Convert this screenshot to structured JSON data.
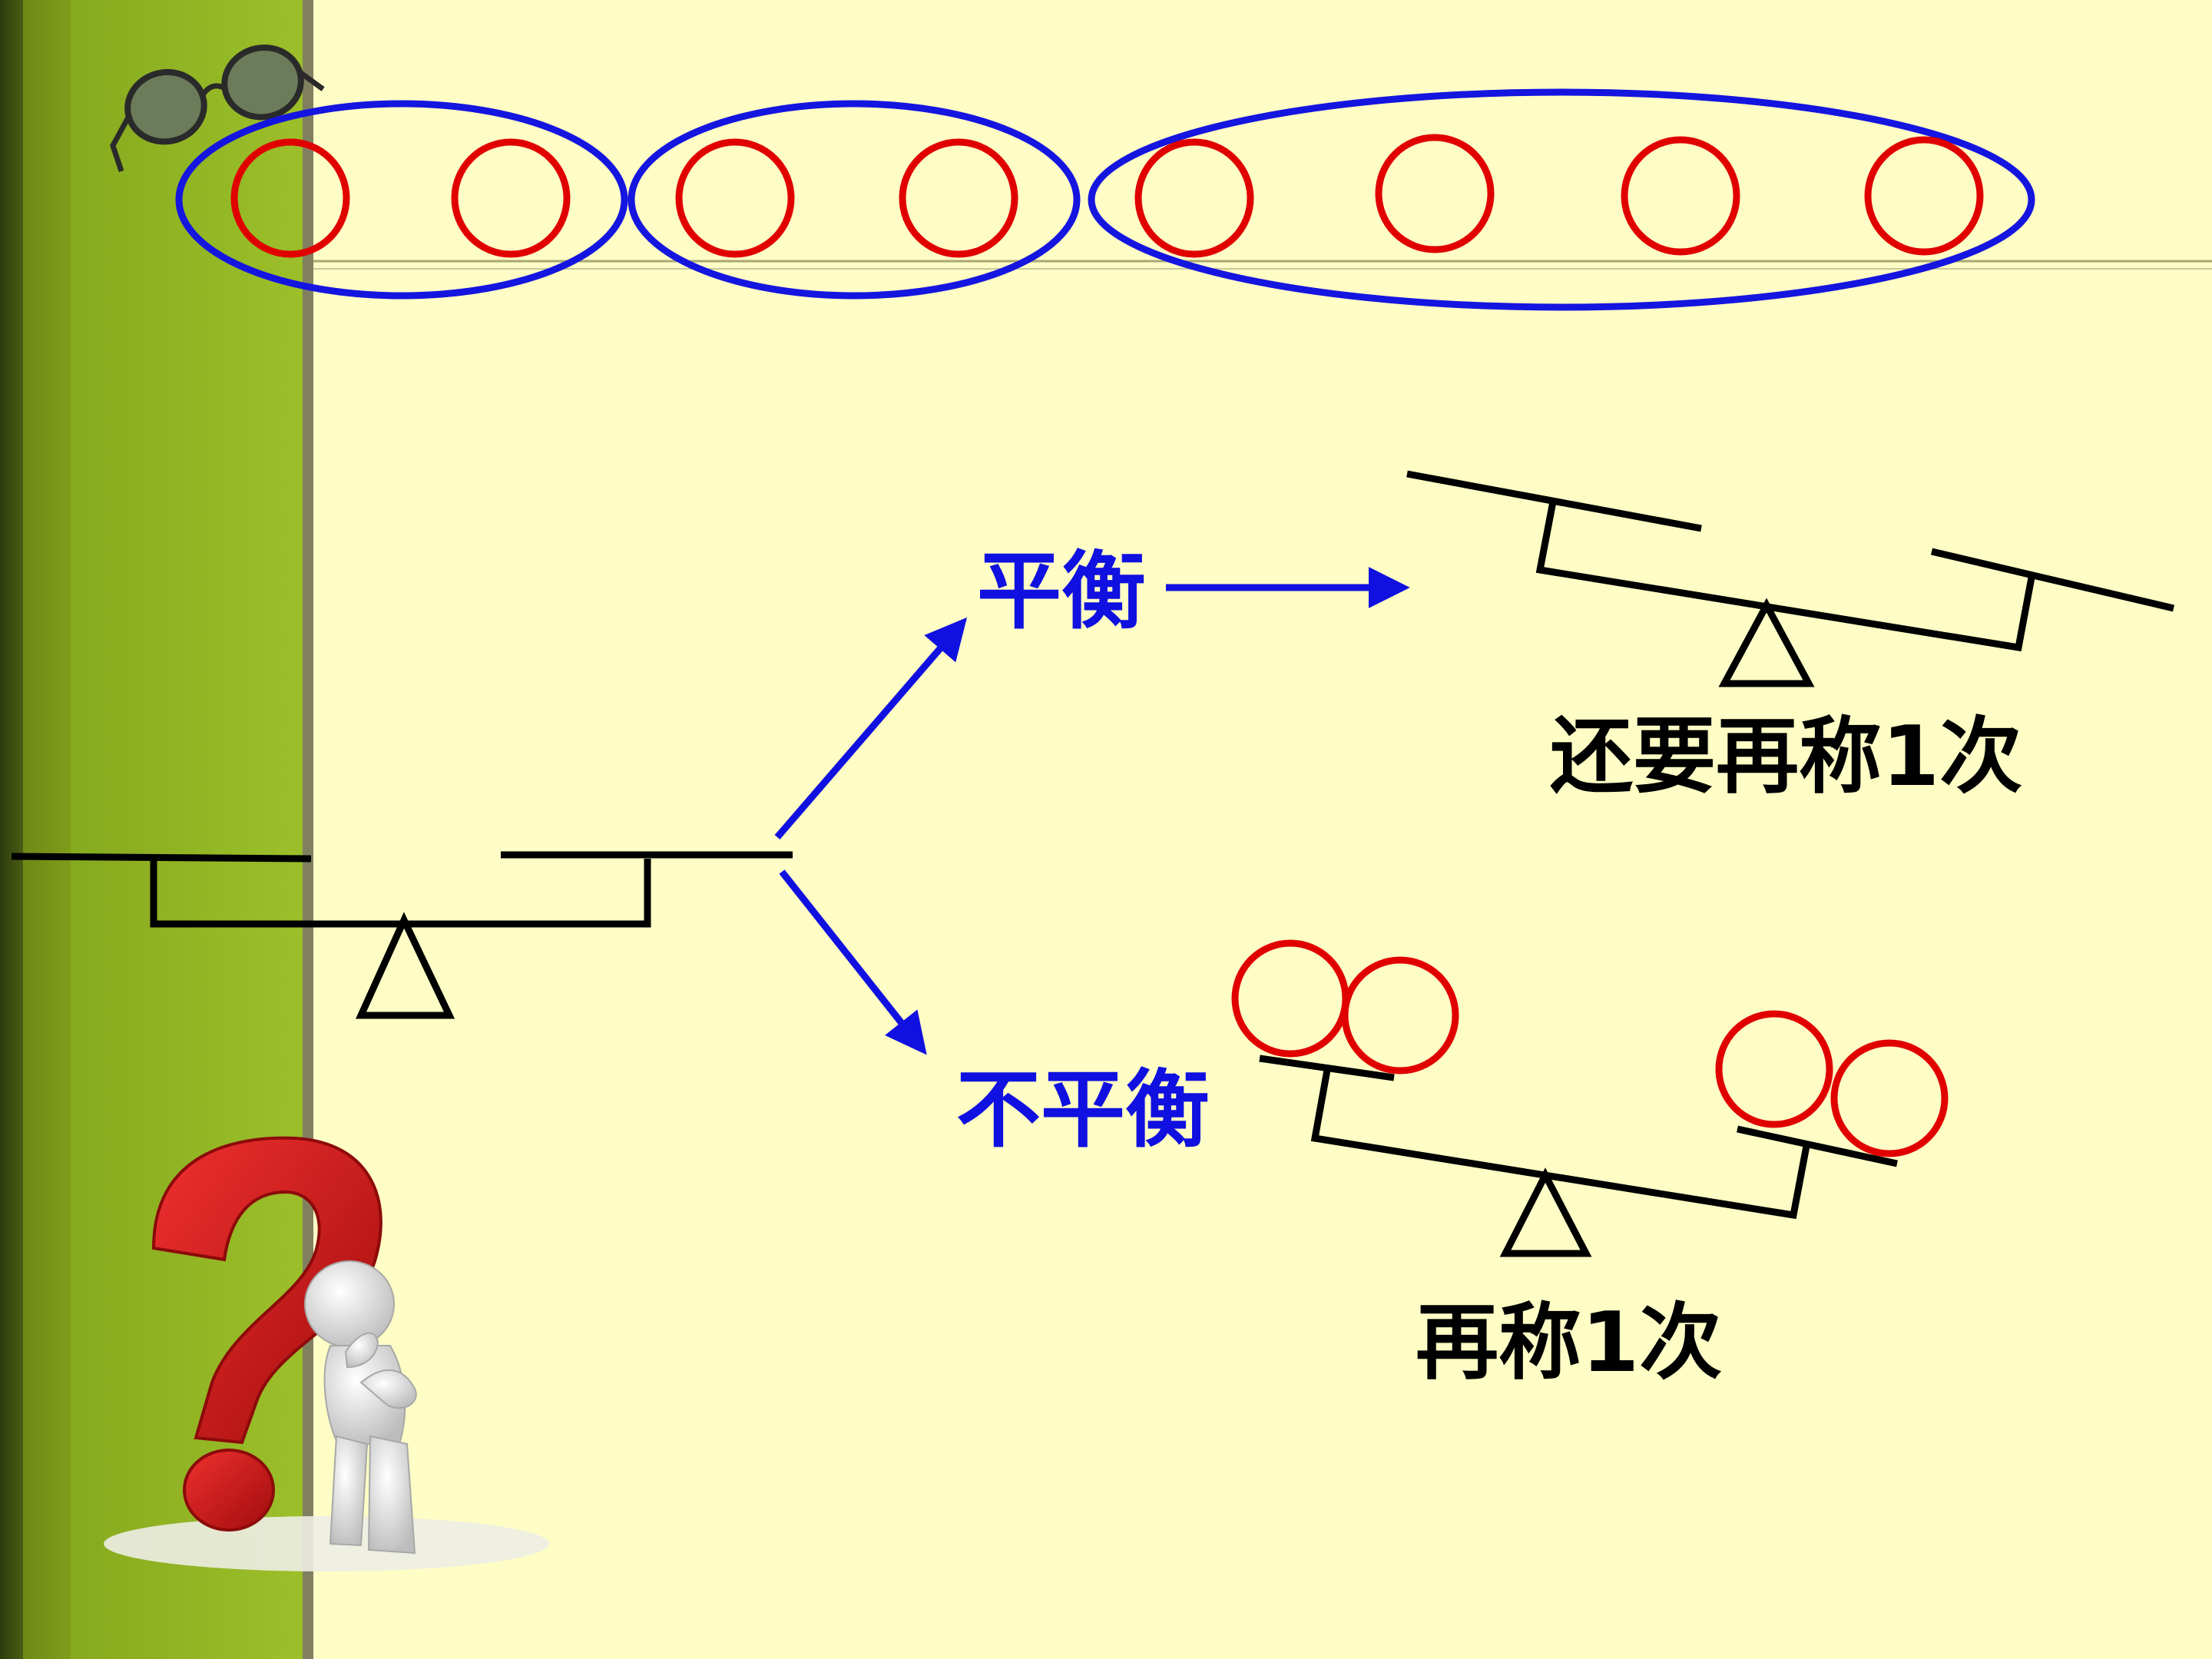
{
  "labels": {
    "balanced": "平衡",
    "unbalanced": "不平衡",
    "weigh_again_still": "还要再称1次",
    "weigh_again": "再称1次"
  },
  "icons": [
    "glasses-icon",
    "question-mark-icon",
    "thinking-figure-icon"
  ],
  "colors": {
    "background": "#FEFDC6",
    "sidebar_green": "#8AAE1E",
    "sidebar_dark": "#3A4A10",
    "group_ellipse": "#1515E0",
    "item_circle": "#E00000",
    "arrow": "#1010E0",
    "scale_stroke": "#000000",
    "question_mark": "#D41A1A"
  }
}
